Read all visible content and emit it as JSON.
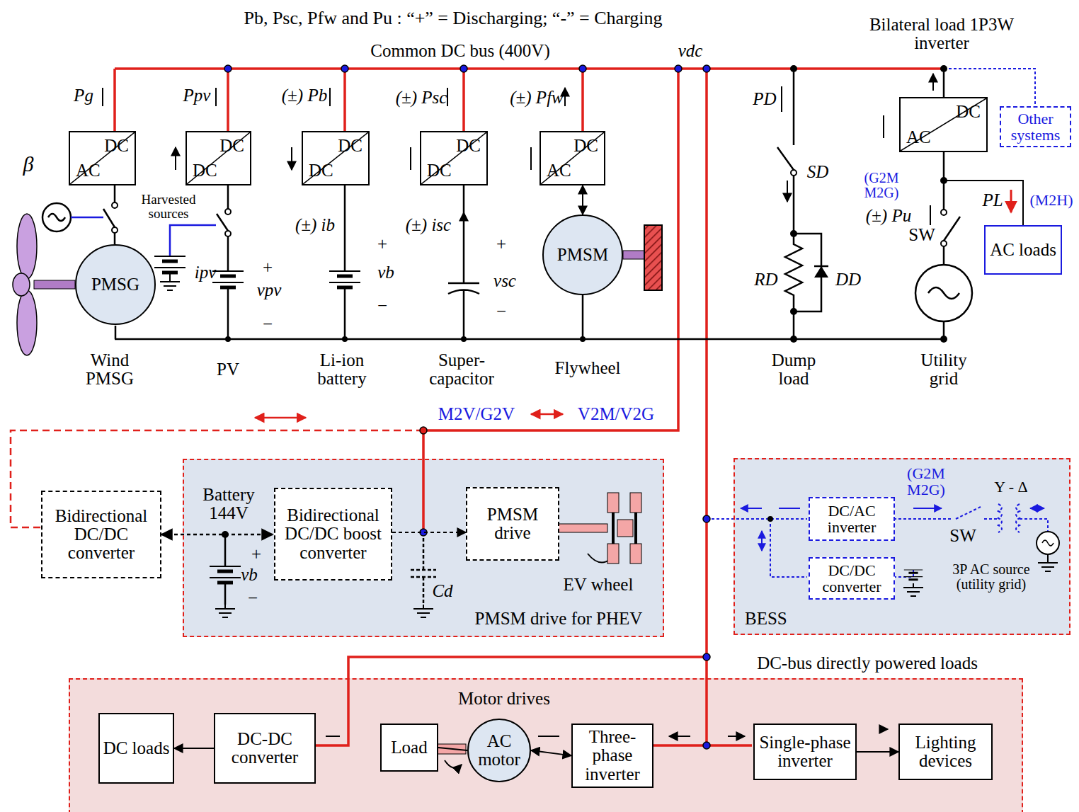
{
  "diagram": {
    "nodes": [
      {
        "text": [
          "DC",
          "AC"
        ]
      },
      {
        "text": [
          "PMSG"
        ]
      },
      {
        "text": [
          "DC",
          "DC"
        ]
      },
      {
        "text": [
          "DC",
          "DC"
        ]
      },
      {
        "text": [
          "DC",
          "DC"
        ]
      },
      {
        "text": [
          "DC",
          "AC"
        ]
      },
      {
        "text": [
          "PMSM"
        ]
      },
      {
        "text": [
          "DC",
          "AC"
        ]
      },
      {
        "text": [
          "Other systems"
        ]
      },
      {
        "text": [
          "AC loads"
        ]
      },
      {
        "text": [
          "PMSM drive for PHEV"
        ]
      },
      {
        "text": [
          "Bidirectional DC/DC converter"
        ]
      },
      {
        "text": [
          "Bidirectional DC/DC boost converter"
        ],
        "in": 10
      },
      {
        "text": [
          "PMSM drive"
        ],
        "in": 10
      },
      {
        "text": [
          "BESS"
        ]
      },
      {
        "text": [
          "DC/AC inverter"
        ],
        "in": 14
      },
      {
        "text": [
          "DC/DC converter"
        ],
        "in": 14
      },
      {
        "text": [
          "Motor drives"
        ]
      },
      {
        "text": [
          "DC loads"
        ],
        "in": 17
      },
      {
        "text": [
          "DC-DC converter"
        ],
        "in": 17
      },
      {
        "text": [
          "Load"
        ],
        "in": 17
      },
      {
        "text": [
          "AC motor"
        ],
        "in": 17
      },
      {
        "text": [
          "Three-phase inverter"
        ],
        "in": 17
      },
      {
        "text": [
          "Single-phase inverter"
        ],
        "in": 17
      },
      {
        "text": [
          "Lighting devices"
        ],
        "in": 17
      }
    ],
    "edges": [
      {
        "from": 5,
        "to": 6,
        "arrow": "both"
      },
      {
        "from": 7,
        "to": 9,
        "arrow": "none"
      },
      {
        "from": 12,
        "to": 13,
        "arrow": "to"
      },
      {
        "from": 19,
        "to": 18,
        "arrow": "to"
      },
      {
        "from": 22,
        "to": 21,
        "arrow": "both"
      },
      {
        "from": 21,
        "to": 20,
        "arrow": "none"
      },
      {
        "from": 23,
        "to": 24,
        "arrow": "to"
      }
    ],
    "labels": [
      "Pb, Psc, Pfw and Pu : “+” = Discharging; “-” = Charging",
      "Common DC bus (400V)",
      "vdc",
      "Bilateral load 1P3W inverter",
      "Pg",
      "β",
      "Ppv",
      "(±) Pb",
      "(±) Psc",
      "(±) Pfw",
      "Harvested sources",
      "ipv",
      "+",
      "vpv",
      "−",
      "(±) ib",
      "+",
      "vb",
      "−",
      "(±) isc",
      "+",
      "vsc",
      "−",
      "Wind PMSG",
      "PV",
      "Li-ion battery",
      "Super-capacitor",
      "Flywheel",
      "PD",
      "SD",
      "RD",
      "DD",
      "Dump load",
      "(G2M M2G)",
      "(±) Pu",
      "PL",
      "(M2H)",
      "SW",
      "Utility grid",
      "M2V/G2V",
      "V2M/V2G",
      "Battery 144V",
      "+",
      "vb",
      "−",
      "Cd",
      "EV wheel",
      "(G2M M2G)",
      "Y - Δ",
      "SW",
      "3P AC source (utility grid)",
      "DC-bus directly powered loads"
    ]
  }
}
